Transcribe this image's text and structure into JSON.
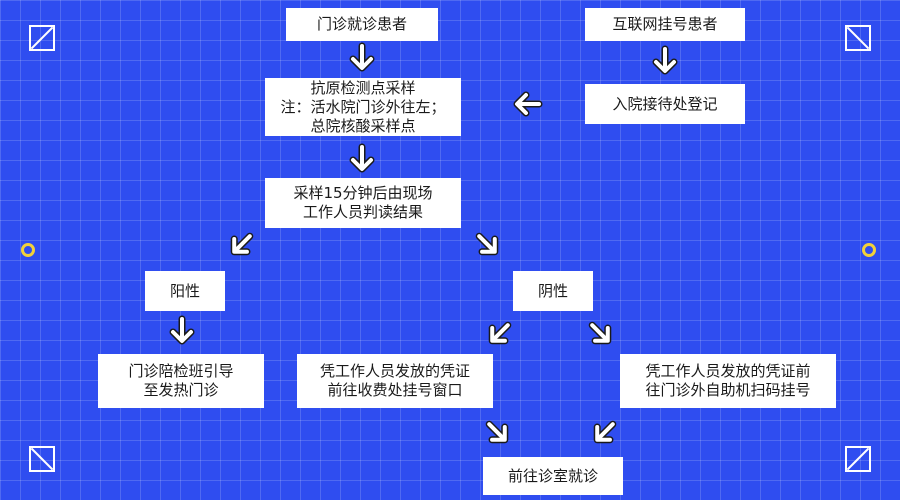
{
  "nodes": {
    "outpatient": [
      "门诊就诊患者"
    ],
    "online": [
      "互联网挂号患者"
    ],
    "admission": [
      "入院接待处登记"
    ],
    "antigen": [
      "抗原检测点采样",
      "注：活水院门诊外往左；",
      "总院核酸采样点"
    ],
    "wait": [
      "采样15分钟后由现场",
      "工作人员判读结果"
    ],
    "positive": [
      "阳性"
    ],
    "negative": [
      "阴性"
    ],
    "fever": [
      "门诊陪检班引导",
      "至发热门诊"
    ],
    "window": [
      "凭工作人员发放的凭证",
      "前往收费处挂号窗口"
    ],
    "kiosk": [
      "凭工作人员发放的凭证前",
      "往门诊外自助机扫码挂号"
    ],
    "clinic": [
      "前往诊室就诊"
    ]
  },
  "colors": {
    "background": "#2f4df0",
    "box": "#ffffff",
    "arrow": "#ffffff",
    "accent_ring": "#f2d13a"
  }
}
